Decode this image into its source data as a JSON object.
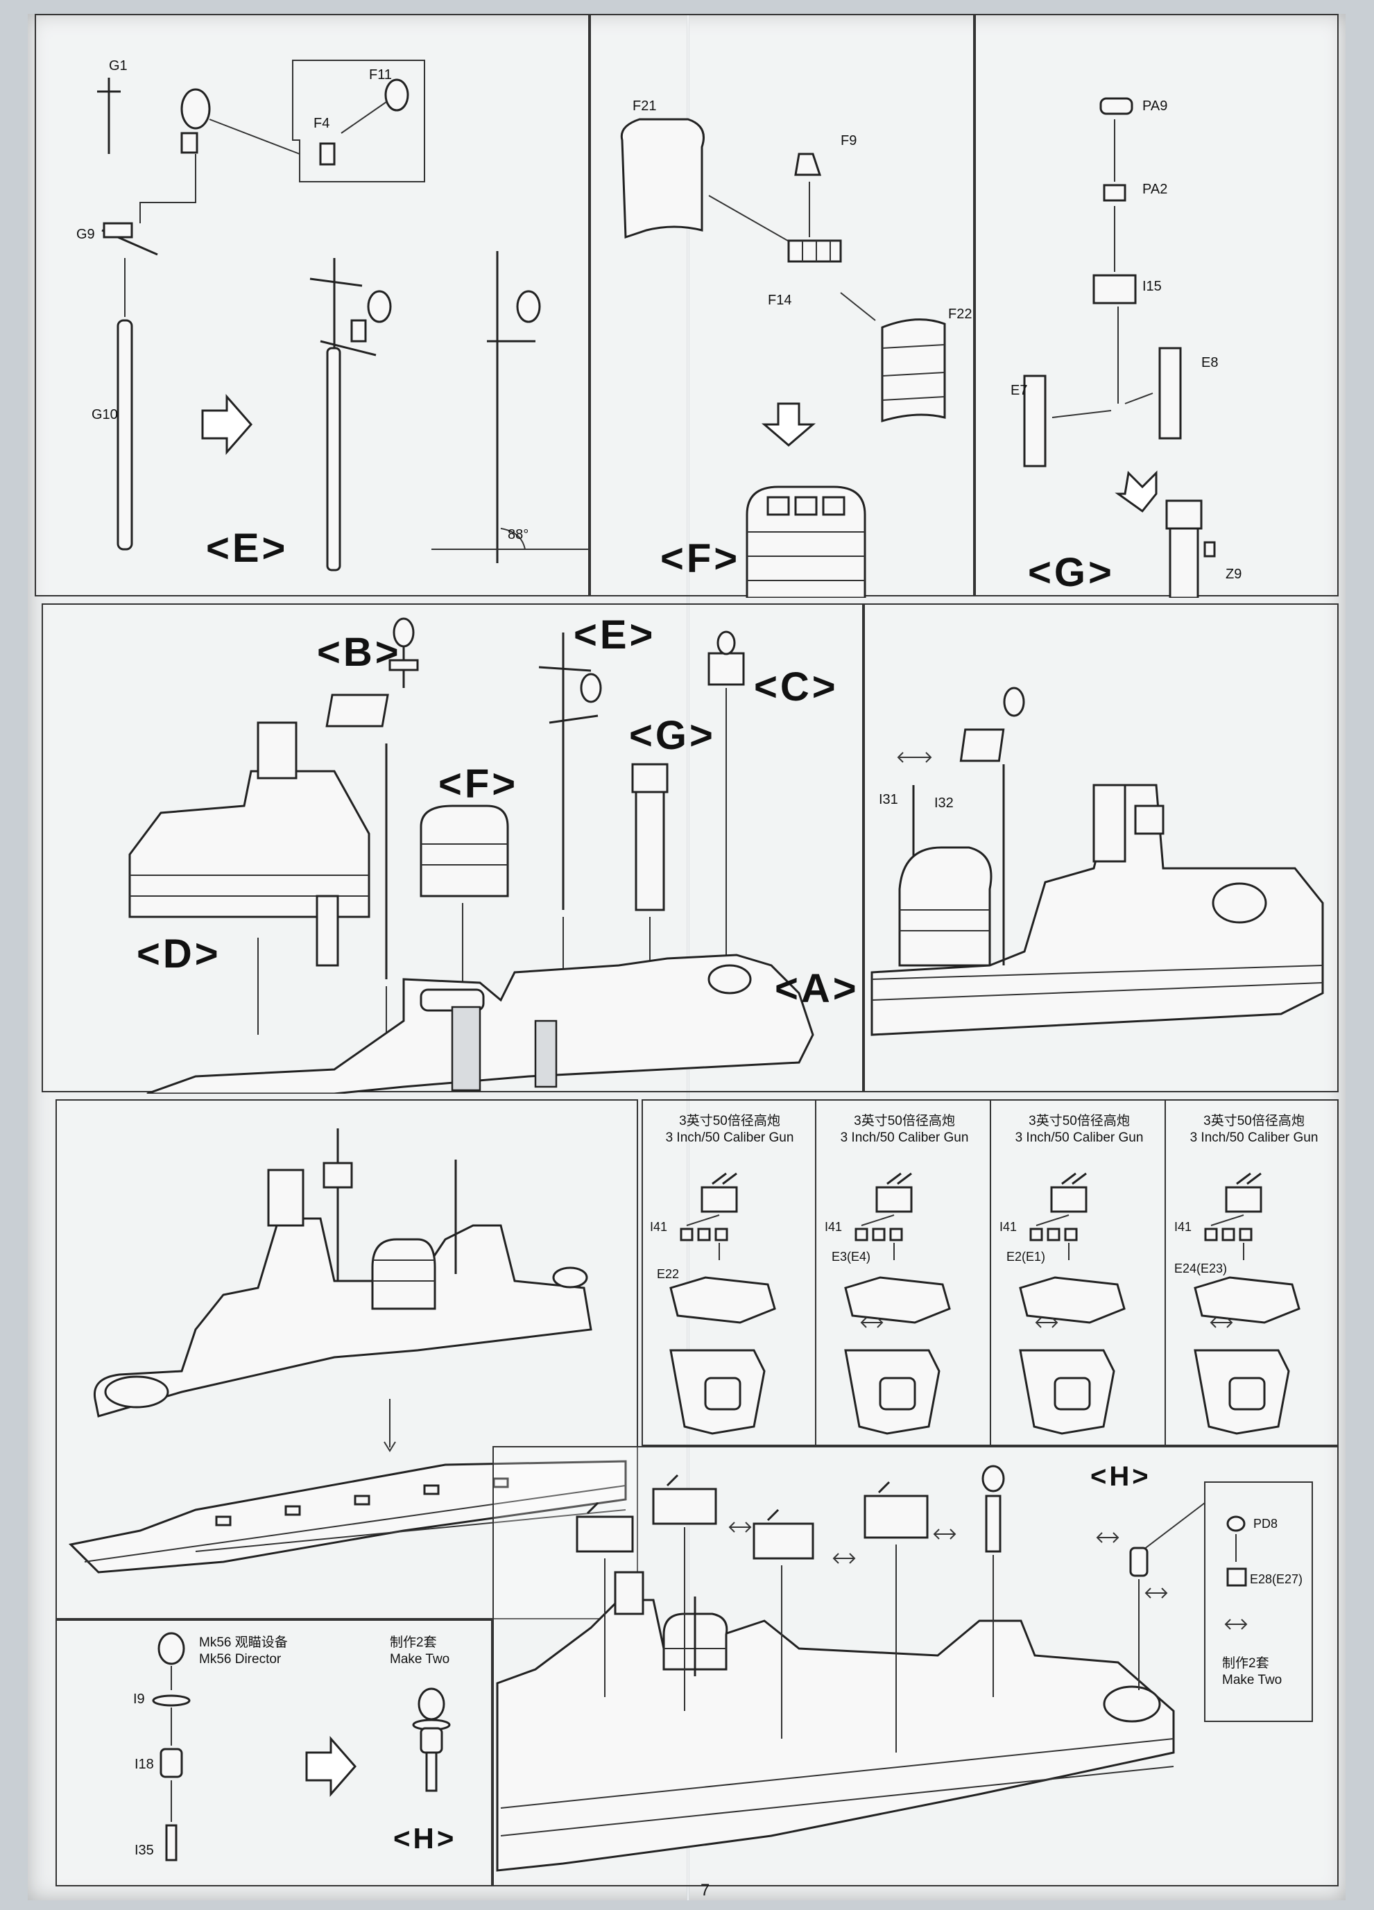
{
  "panels": {
    "e_sub": {
      "parts": [
        "G1",
        "F11",
        "F4",
        "G9",
        "G10"
      ],
      "angle": "88°",
      "label": "<E>"
    },
    "f_sub": {
      "parts": [
        "F21",
        "F9",
        "F14",
        "F22"
      ],
      "label": "<F>"
    },
    "g_sub": {
      "parts": [
        "PA9",
        "PA2",
        "I15",
        "E8",
        "E7",
        "Z9"
      ],
      "label": "<G>"
    },
    "main_assembly": {
      "labels": [
        "<B>",
        "<E>",
        "<C>",
        "<G>",
        "<F>",
        "<D>",
        "<A>"
      ]
    },
    "mast_detail": {
      "parts": [
        "I31",
        "I32"
      ]
    },
    "guns": [
      {
        "title_cn": "3英寸50倍径高炮",
        "title_en": "3 Inch/50 Caliber Gun",
        "part_a": "I41",
        "part_b": "E22"
      },
      {
        "title_cn": "3英寸50倍径高炮",
        "title_en": "3 Inch/50 Caliber Gun",
        "part_a": "I41",
        "part_b": "E3(E4)"
      },
      {
        "title_cn": "3英寸50倍径高炮",
        "title_en": "3 Inch/50 Caliber Gun",
        "part_a": "I41",
        "part_b": "E2(E1)"
      },
      {
        "title_cn": "3英寸50倍径高炮",
        "title_en": "3 Inch/50 Caliber Gun",
        "part_a": "I41",
        "part_b": "E24(E23)"
      }
    ],
    "director": {
      "title_cn": "Mk56 观瞄设备",
      "title_en": "Mk56 Director",
      "make_cn": "制作2套",
      "make_en": "Make Two",
      "parts": [
        "I9",
        "I18",
        "I35"
      ],
      "label": "<H>"
    },
    "final": {
      "label": "<H>",
      "inset_parts": [
        "PD8",
        "E28(E27)"
      ],
      "make_cn": "制作2套",
      "make_en": "Make Two"
    }
  },
  "page_number": "7"
}
